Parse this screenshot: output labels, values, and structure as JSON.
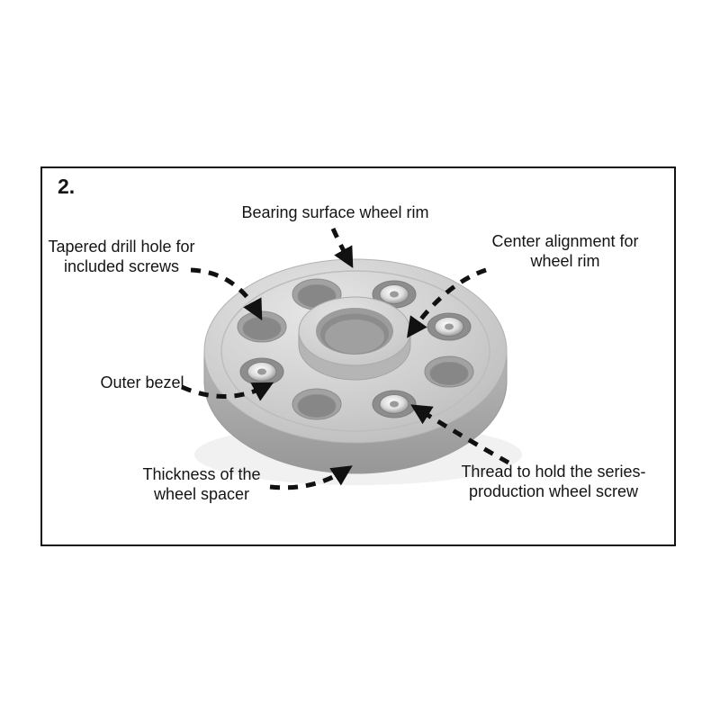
{
  "figure_number": "2.",
  "labels": {
    "bearing_surface": "Bearing surface wheel rim",
    "tapered_drill_hole": "Tapered drill hole for included screws",
    "center_alignment": "Center alignment for wheel rim",
    "outer_bezel": "Outer bezel",
    "thickness": "Thickness of the wheel spacer",
    "thread": "Thread to hold the series-production wheel screw"
  },
  "colors": {
    "frame_border": "#141414",
    "text": "#141414",
    "arrow": "#111111",
    "disc_top": "#cbcbcb",
    "disc_side": "#a5a5a5",
    "background": "#ffffff"
  }
}
